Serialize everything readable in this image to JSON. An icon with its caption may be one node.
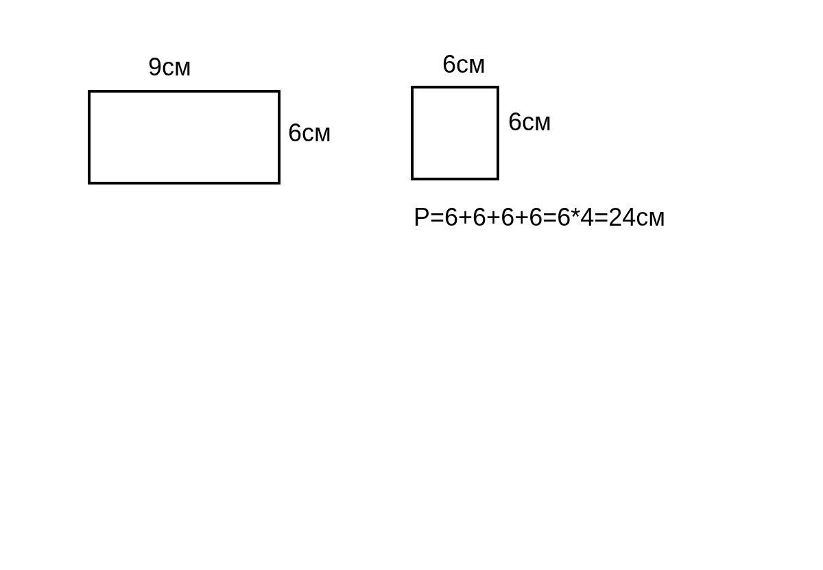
{
  "diagram": {
    "nodes": [
      {
        "text": [],
        "shape": "box"
      },
      {
        "text": [],
        "shape": "box"
      }
    ],
    "labels": [
      "9см",
      "6см",
      "6см",
      "6см",
      "P=6+6+6+6=6*4=24см"
    ]
  }
}
